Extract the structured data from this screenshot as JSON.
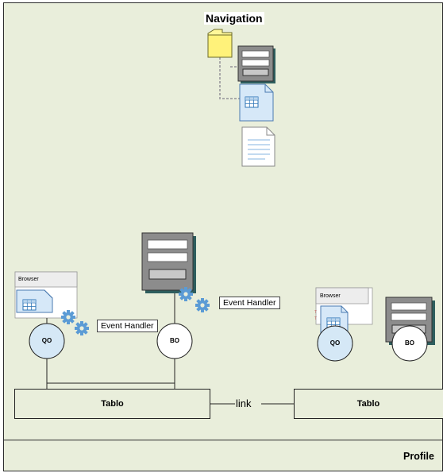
{
  "colors": {
    "background": "#e9eedb",
    "border": "#2b2b2b",
    "connector": "#222222",
    "dotted": "#a8a8a8",
    "folder": "#fff799",
    "doc_blue": "#d6e8f8",
    "form_gray": "#8c8c8c",
    "form_shadow": "#2e5e5e",
    "gear": "#5b9bd5",
    "circle_fill": "#d5e8f6"
  },
  "navigation": {
    "title": "Navigation",
    "icons": [
      "folder-icon",
      "form-icon",
      "grid-document-icon",
      "text-document-icon"
    ]
  },
  "left_group": {
    "browser_label": "Browser",
    "event_handler_label": "Event Handler",
    "qo_label": "QO",
    "bo_label": "BO",
    "tablo_label": "Tablo",
    "bo_event_handler_label": "Event Handler"
  },
  "link_label": "link",
  "right_group": {
    "browser_label": "Browser",
    "qo_label": "QO",
    "bo_label": "BO",
    "tablo_label": "Tablo"
  },
  "footer": {
    "profile_label": "Profile"
  }
}
